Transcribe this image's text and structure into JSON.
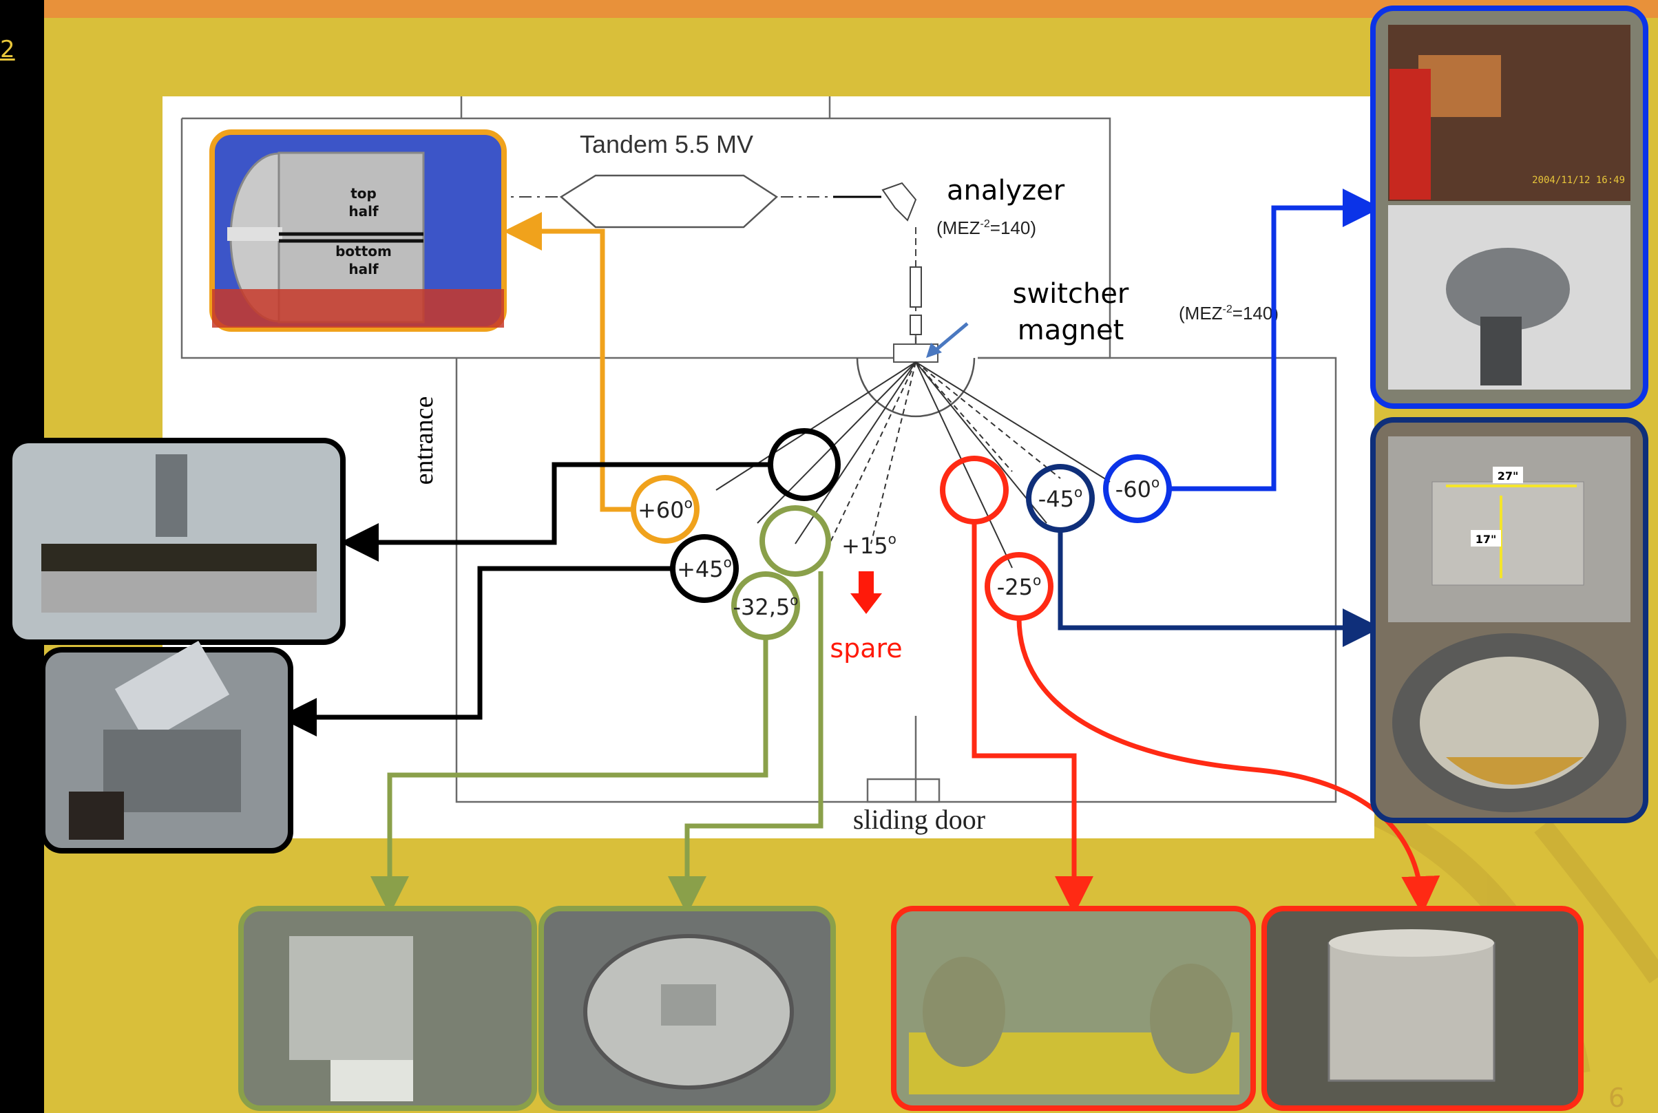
{
  "left_link": "2",
  "page_number": "6",
  "tandem": "Tandem 5.5 MV",
  "analyzer": "analyzer",
  "mez_label": "(MEZ",
  "mez_sup": "-2",
  "mez_value": "=140)",
  "switcher_line1": "switcher",
  "switcher_line2": "magnet",
  "entrance": "entrance",
  "sliding_door": "sliding door",
  "spare": "spare",
  "chamber_top": "top",
  "chamber_half": "half",
  "chamber_bottom": "bottom",
  "photo_timestamp": "2004/11/12 16:49",
  "dim_27": "27\"",
  "dim_17": "17\"",
  "ports": [
    {
      "sign": "+60",
      "deg": "o",
      "color": "#f0a21c"
    },
    {
      "sign": "+45",
      "deg": "o",
      "color": "#000000"
    },
    {
      "sign": "+15",
      "deg": "o",
      "color": "#000000"
    },
    {
      "sign": "-32,5",
      "deg": "o",
      "color": "#8aa04a"
    },
    {
      "sign": "-25",
      "deg": "o",
      "color": "#ff2a14"
    },
    {
      "sign": "-45",
      "deg": "o",
      "color": "#0f2f7a"
    },
    {
      "sign": "-60",
      "deg": "o",
      "color": "#0b33e8"
    }
  ],
  "colors": {
    "background": "#d9bf3a",
    "orange": "#f0a21c",
    "green": "#8aa04a",
    "red": "#ff2a14",
    "blue": "#0b33e8",
    "navy": "#0f2f7a",
    "black": "#000000"
  }
}
